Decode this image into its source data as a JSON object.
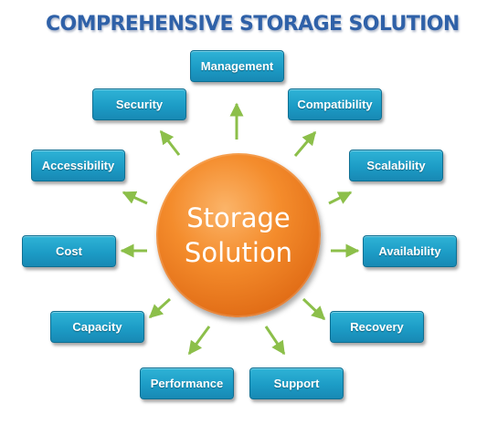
{
  "title": "COMPREHENSIVE STORAGE SOLUTION",
  "hub": {
    "line1": "Storage",
    "line2": "Solution"
  },
  "nodes": {
    "management": "Management",
    "security": "Security",
    "compatibility": "Compatibility",
    "accessibility": "Accessibility",
    "scalability": "Scalability",
    "cost": "Cost",
    "availability": "Availability",
    "capacity": "Capacity",
    "recovery": "Recovery",
    "performance": "Performance",
    "support": "Support"
  },
  "colors": {
    "title": "#2f61a8",
    "hub": "#f48c2c",
    "node": "#1c9cc6",
    "arrow": "#8cbf4a"
  }
}
